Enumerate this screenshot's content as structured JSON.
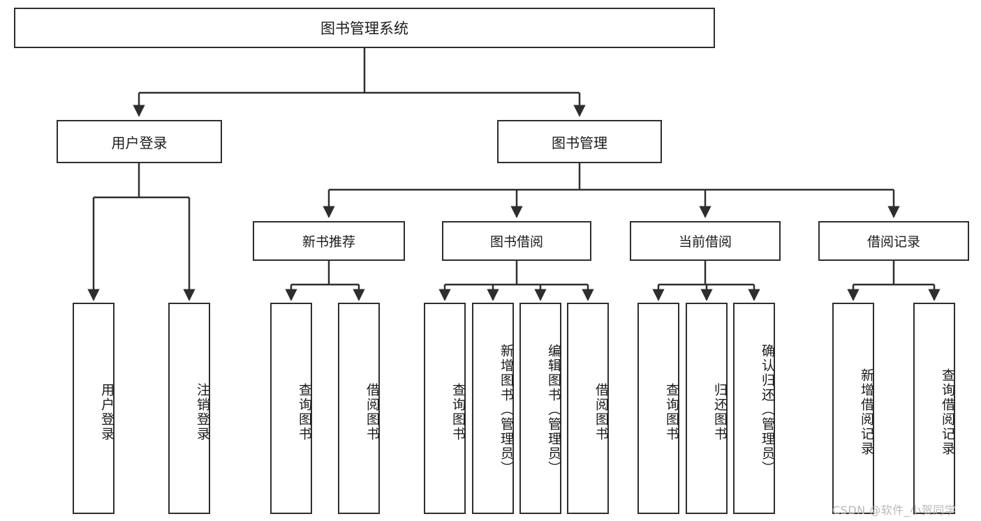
{
  "diagram": {
    "title": "图书管理系统",
    "type": "tree-hierarchy",
    "watermark": "CSDN @软件_小贺同学",
    "colors": {
      "stroke": "#2e2e2e",
      "fill": "#ffffff",
      "text": "#1a1a1a",
      "watermark": "#b9b9b9"
    },
    "root": {
      "label": "图书管理系统"
    },
    "level1": [
      {
        "label": "用户登录"
      },
      {
        "label": "图书管理"
      }
    ],
    "level2": [
      {
        "label": "新书推荐"
      },
      {
        "label": "图书借阅"
      },
      {
        "label": "当前借阅"
      },
      {
        "label": "借阅记录"
      }
    ],
    "leaves": {
      "user_login": [
        {
          "label": "用户登录"
        },
        {
          "label": "注销登录"
        }
      ],
      "new_book": [
        {
          "label": "查询图书"
        },
        {
          "label": "借阅图书"
        }
      ],
      "borrow_book": [
        {
          "label": "查询图书"
        },
        {
          "label": "新增图书（管理员）"
        },
        {
          "label": "编辑图书（管理员）"
        },
        {
          "label": "借阅图书"
        }
      ],
      "current_borrow": [
        {
          "label": "查询图书"
        },
        {
          "label": "归还图书"
        },
        {
          "label": "确认归还（管理员）"
        }
      ],
      "borrow_record": [
        {
          "label": "新增借阅记录"
        },
        {
          "label": "查询借阅记录"
        }
      ]
    }
  }
}
